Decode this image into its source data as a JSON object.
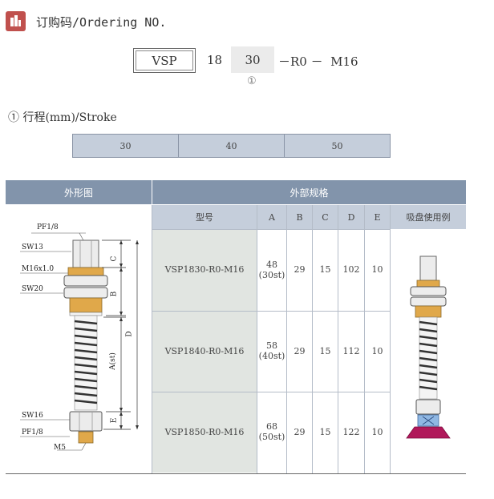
{
  "header": {
    "title": "订购码/Ordering NO."
  },
  "order_code": {
    "model": "VSP",
    "part1": "18",
    "stroke": "30",
    "suffix": "－R0 －  M16",
    "note_marker": "①"
  },
  "stroke_section": {
    "title": "① 行程(mm)/Stroke",
    "values": [
      "30",
      "40",
      "50"
    ]
  },
  "table": {
    "outline_header": "外形图",
    "spec_header": "外部规格",
    "columns": [
      "型号",
      "A",
      "B",
      "C",
      "D",
      "E",
      "吸盘使用例"
    ],
    "rows": [
      {
        "model": "VSP1830-R0-M16",
        "A": "48",
        "A_note": "(30st)",
        "B": "29",
        "C": "15",
        "D": "102",
        "E": "10"
      },
      {
        "model": "VSP1840-R0-M16",
        "A": "58",
        "A_note": "(40st)",
        "B": "29",
        "C": "15",
        "D": "112",
        "E": "10"
      },
      {
        "model": "VSP1850-R0-M16",
        "A": "68",
        "A_note": "(50st)",
        "B": "29",
        "C": "15",
        "D": "122",
        "E": "10"
      }
    ]
  },
  "drawing": {
    "labels": {
      "pf_top": "PF1/8",
      "sw13": "SW13",
      "m16": "M16x1.0",
      "sw20": "SW20",
      "sw16": "SW16",
      "pf_bottom": "PF1/8",
      "m5": "M5"
    },
    "dims": {
      "c": "C",
      "b": "B",
      "d": "D",
      "a": "A(st)",
      "e": "E"
    }
  }
}
